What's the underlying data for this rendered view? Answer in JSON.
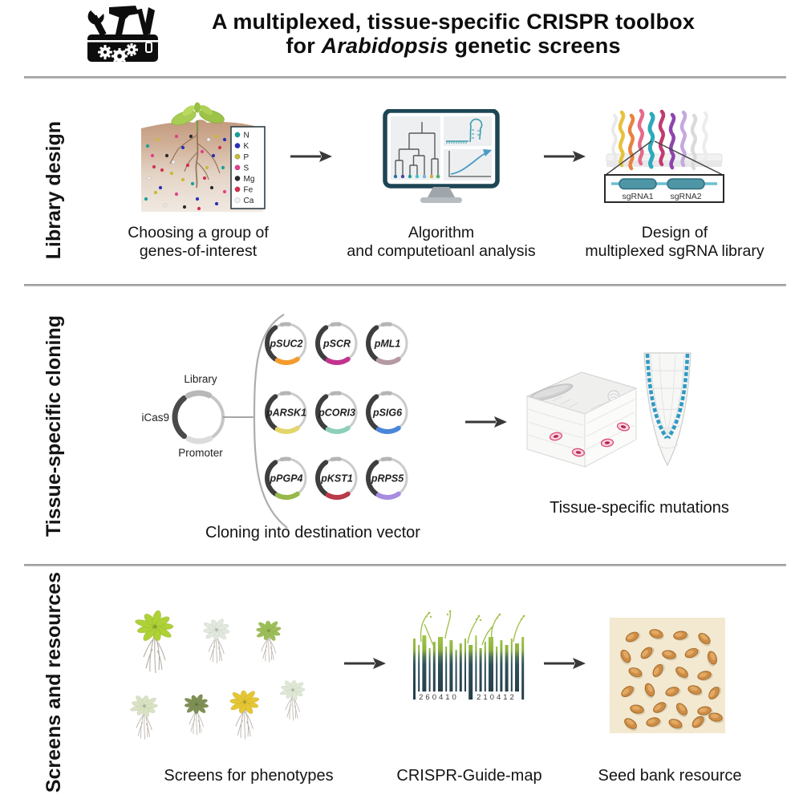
{
  "header": {
    "title_line1": "A multiplexed, tissue-specific CRISPR toolbox",
    "title_line2_pre": "for ",
    "title_line2_italic": "Arabidopsis",
    "title_line2_post": " genetic screens"
  },
  "sections": {
    "library_design": {
      "label": "Library design",
      "soil_panel": {
        "legend": [
          {
            "symbol": "N",
            "color": "#18a09b"
          },
          {
            "symbol": "K",
            "color": "#2b2fb8"
          },
          {
            "symbol": "P",
            "color": "#c9ba36"
          },
          {
            "symbol": "S",
            "color": "#e0408e"
          },
          {
            "symbol": "Mg",
            "color": "#2a2a2a"
          },
          {
            "symbol": "Fe",
            "color": "#d23050"
          },
          {
            "symbol": "Ca",
            "color": "#f0f0f0"
          }
        ],
        "caption_line1": "Choosing a group of",
        "caption_line2": "genes-of-interest"
      },
      "algorithm_panel": {
        "caption_line1": "Algorithm",
        "caption_line2": "and computetioanl analysis"
      },
      "sgrna_panel": {
        "construct_labels": [
          "sgRNA1",
          "sgRNA2"
        ],
        "caption_line1": "Design of",
        "caption_line2": "multiplexed sgRNA library"
      }
    },
    "cloning": {
      "label": "Tissue-specific cloning",
      "vector_labels": {
        "top": "Library",
        "left": "iCas9",
        "bottom": "Promoter"
      },
      "plasmids": [
        {
          "label": "pSUC2",
          "color": "#f39b2d"
        },
        {
          "label": "pSCR",
          "color": "#c2338f"
        },
        {
          "label": "pML1",
          "color": "#b49aa2"
        },
        {
          "label": "pARSK1",
          "color": "#e3d66b"
        },
        {
          "label": "pCORI3",
          "color": "#8ecfba"
        },
        {
          "label": "pSIG6",
          "color": "#4a86d8"
        },
        {
          "label": "pPGP4",
          "color": "#97b84a"
        },
        {
          "label": "pKST1",
          "color": "#b93a48"
        },
        {
          "label": "pRPS5",
          "color": "#a88ce0"
        }
      ],
      "caption": "Cloning into destination vector",
      "result_caption": "Tissue-specific mutations"
    },
    "screens": {
      "label": "Screens and resources",
      "phenotype_colors": [
        "#aed136",
        "#e2e8de",
        "#9cbe58",
        "#d9e3c4",
        "#7e9055",
        "#e5c633",
        "#dfe7d6"
      ],
      "phenotypes_caption": "Screens for phenotypes",
      "guide_map": {
        "digits_left": "260410",
        "digits_right": "210412",
        "caption": "CRISPR-Guide-map"
      },
      "seed_bank": {
        "seed_color": "#ce8c44",
        "caption": "Seed bank resource"
      }
    }
  }
}
